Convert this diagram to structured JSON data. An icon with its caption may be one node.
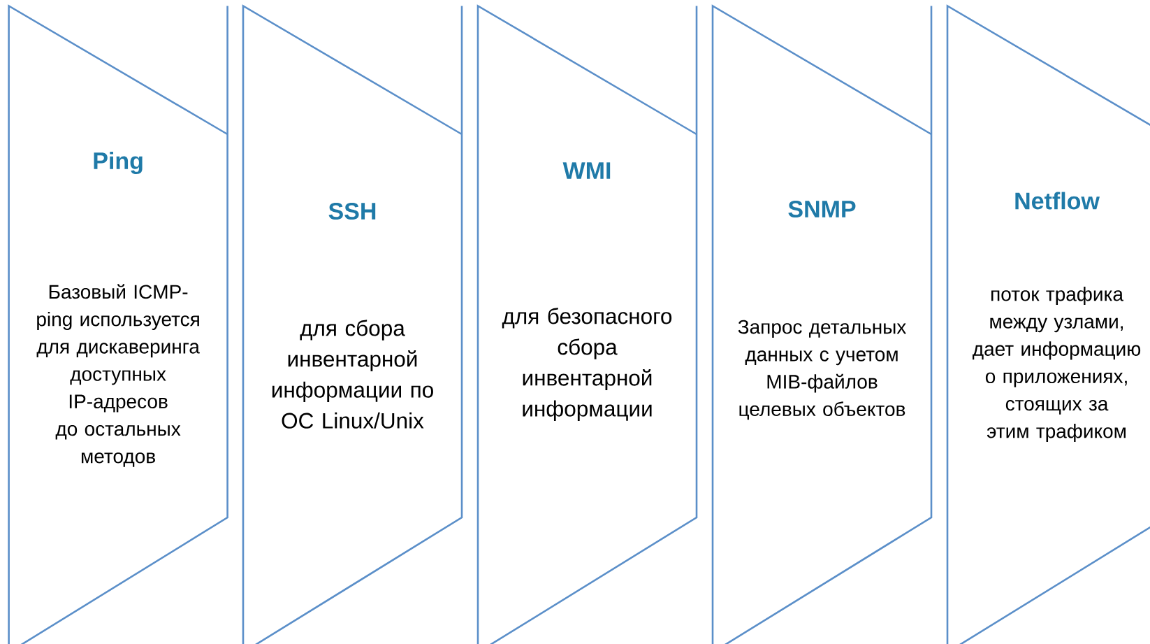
{
  "diagram": {
    "nodes": [
      {
        "text": [
          "Ping",
          "Базовый ICMP-ping используется для дискаверинга доступных IP-адресов до остальных методов"
        ]
      },
      {
        "text": [
          "SSH",
          "для сбора инвентарной информации по ОС Linux/Unix"
        ]
      },
      {
        "text": [
          "WMI",
          "для безопасного сбора инвентарной информации"
        ]
      },
      {
        "text": [
          "SNMP",
          "Запрос детальных данных с учетом MIB-файлов целевых объектов"
        ]
      },
      {
        "text": [
          "Netflow",
          "поток трафика между узлами, дает информацию о приложениях, стоящих за этим трафиком"
        ]
      }
    ]
  }
}
